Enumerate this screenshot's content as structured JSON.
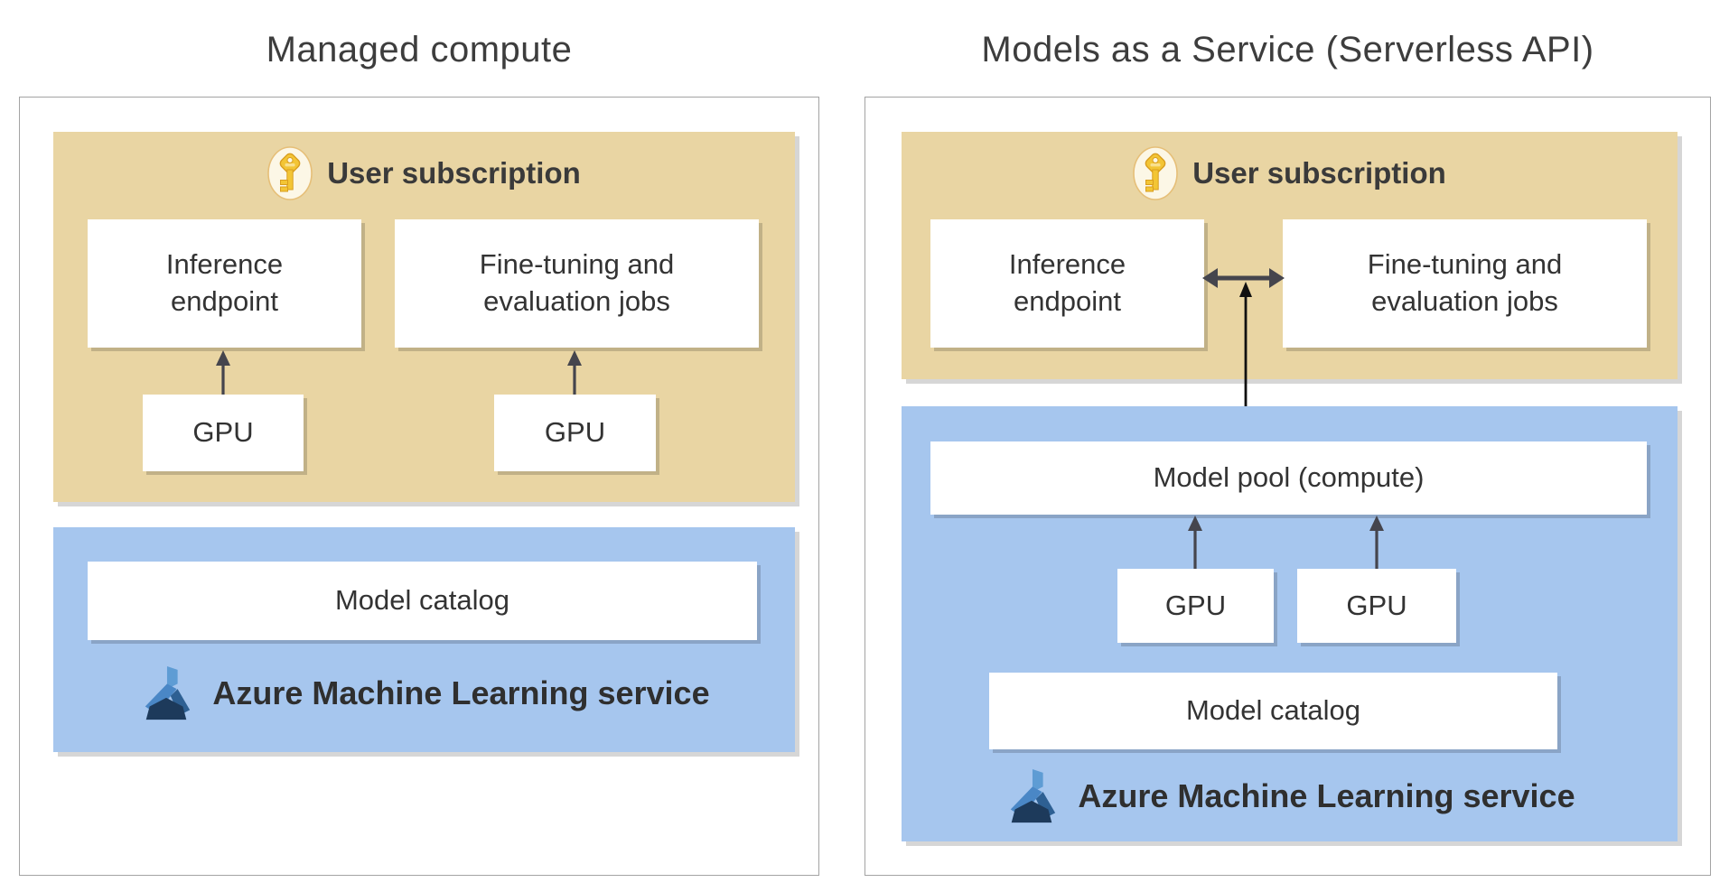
{
  "left": {
    "title": "Managed compute",
    "subscription": {
      "label": "User subscription",
      "inference": "Inference endpoint",
      "finetune": "Fine-tuning and evaluation jobs",
      "gpu1": "GPU",
      "gpu2": "GPU"
    },
    "service": {
      "catalog": "Model catalog",
      "label": "Azure Machine Learning service"
    }
  },
  "right": {
    "title": "Models as a Service (Serverless API)",
    "subscription": {
      "label": "User subscription",
      "inference": "Inference endpoint",
      "finetune": "Fine-tuning and evaluation jobs"
    },
    "service": {
      "pool": "Model pool (compute)",
      "gpu1": "GPU",
      "gpu2": "GPU",
      "catalog": "Model catalog",
      "label": "Azure Machine Learning service"
    }
  },
  "icons": {
    "key": "key-icon",
    "flask": "azure-machine-learning-icon"
  },
  "colors": {
    "subscription_bg": "#e9d5a3",
    "service_bg": "#a6c6ee",
    "arrow_gray": "#45454d",
    "connector_black": "#101010",
    "text": "#383838",
    "title": "#3d3d3d",
    "panel_border": "#a3a3a3",
    "key_gold": "#f3c535",
    "flask_light_blue": "#5e9cd4",
    "flask_mid_blue": "#4a87c6",
    "flask_dark_blue": "#2e6093",
    "flask_navy": "#1d3a5b"
  }
}
